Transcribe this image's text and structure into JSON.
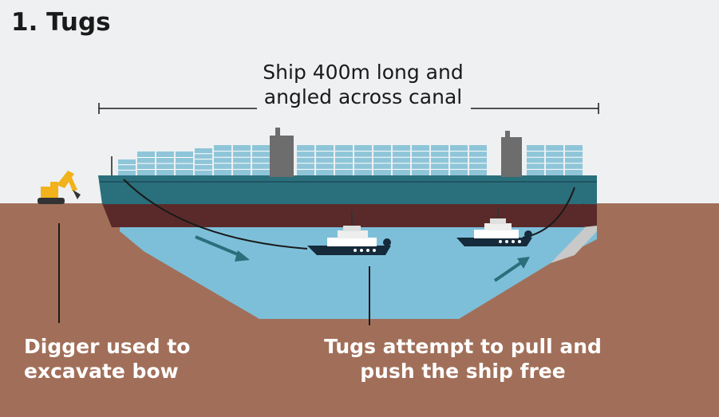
{
  "title": "1. Tugs",
  "ship_label": {
    "line1": "Ship 400m long and",
    "line2": "angled across canal"
  },
  "digger_label": {
    "line1": "Digger used to",
    "line2": "excavate bow"
  },
  "tug_label": {
    "line1": "Tugs attempt to pull and",
    "line2": "push the ship free"
  },
  "colors": {
    "background": "#eef0f2",
    "ground": "#a16f59",
    "water": "#7dbfd9",
    "hull_upper": "#2a6f7c",
    "hull_lower": "#5a2a2a",
    "containers": "#8fc5d8",
    "digger": "#f2b21b"
  }
}
